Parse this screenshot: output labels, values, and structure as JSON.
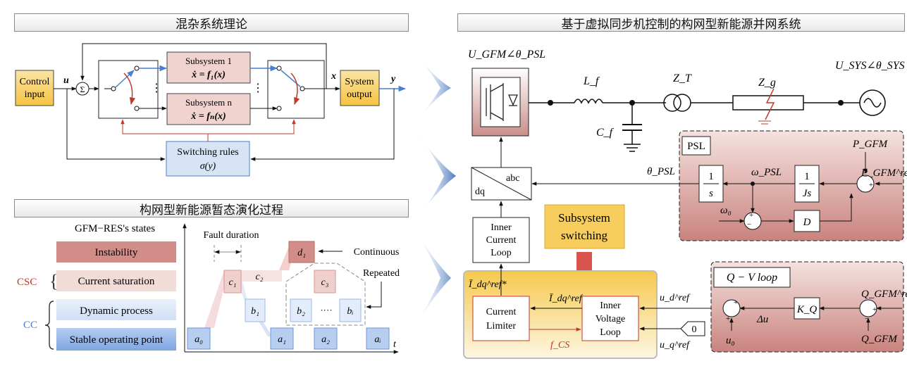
{
  "titles": {
    "hybrid": "混杂系统理论",
    "transient": "构网型新能源暂态演化过程",
    "vsg": "基于虚拟同步机控制的构网型新能源并网系统"
  },
  "hybrid": {
    "control_input": [
      "Control",
      "input"
    ],
    "u": "u",
    "sum": "Σ",
    "subsystem1": [
      "Subsystem 1",
      "ẋ = f₁(x)"
    ],
    "subsystemn": [
      "Subsystem n",
      "ẋ = fₙ(x)"
    ],
    "x": "x",
    "system_output": [
      "System",
      "output"
    ],
    "y": "y",
    "switching": [
      "Switching rules",
      "σ(y)"
    ]
  },
  "transient": {
    "states_title": "GFM−RES's states",
    "states": [
      "Instability",
      "Current saturation",
      "Dynamic process",
      "Stable operating point"
    ],
    "csc": "CSC",
    "cc": "CC",
    "fault_duration": "Fault duration",
    "continuous": "Continuous",
    "repeated": "Repeated",
    "t": "t",
    "nodes": [
      "a₀",
      "c₁",
      "c₂",
      "b₁",
      "a₁",
      "d₁",
      "c₃",
      "b₂",
      "····",
      "bᵢ",
      "a₂",
      "aᵢ"
    ]
  },
  "vsg": {
    "u_gfm": "U_GFM∠θ_PSL",
    "lf": "L_f",
    "cf": "C_f",
    "zt": "Z_T",
    "zg": "Z_g",
    "u_sys": "U_SYS∠θ_SYS",
    "psl": "PSL",
    "p_gfm": "P_GFM",
    "p_gfm_ref": "P_GFM^ref",
    "theta_psl": "θ_PSL",
    "omega_psl": "ω_PSL",
    "omega0": "ω₀",
    "one_s": [
      "1",
      "s"
    ],
    "one_js": [
      "1",
      "Js"
    ],
    "d": "D",
    "dq": "dq",
    "abc": "abc",
    "inner_current": [
      "Inner",
      "Current",
      "Loop"
    ],
    "subsystem_switching": [
      "Subsystem",
      "switching"
    ],
    "i_ref_star": "Ī_dq^ref*",
    "i_ref": "Ī_dq^ref",
    "current_limiter": [
      "Current",
      "Limiter"
    ],
    "inner_voltage": [
      "Inner",
      "Voltage",
      "Loop"
    ],
    "fcs": "f_CS",
    "ud_ref": "u_d^ref",
    "uq_ref": "u_q^ref",
    "zero": "0",
    "qv_loop": "Q − V loop",
    "kq": "K_Q",
    "du": "Δu",
    "u0": "u₀",
    "q_ref": "Q_GFM^ref",
    "q_gfm": "Q_GFM"
  },
  "colors": {
    "red_block": "#c97d79",
    "pink_block": "#f0d4d0",
    "blue_block": "#d6e4f6",
    "blue_dark": "#6a97d9",
    "yellow": "#f7cd5e",
    "red_line": "#c0392b",
    "blue_line": "#4a7fd0"
  }
}
